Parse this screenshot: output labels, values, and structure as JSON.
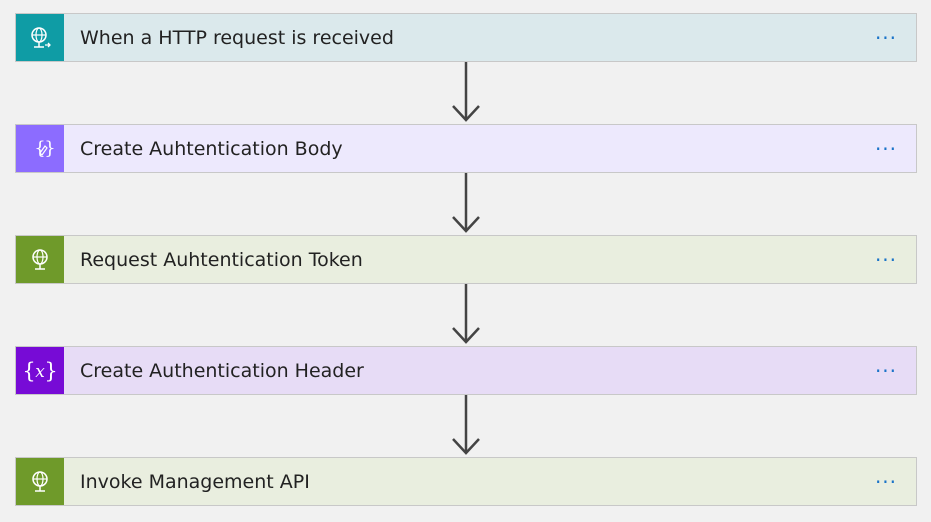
{
  "steps": [
    {
      "label": "When a HTTP request is received",
      "icon": "http-request-trigger-icon",
      "icon_color": "#0f9ca5",
      "bg": "#dbe9ec"
    },
    {
      "label": "Create Auhtentication Body",
      "icon": "compose-icon",
      "icon_color": "#8c6cff",
      "bg": "#ede9fd"
    },
    {
      "label": "Request Auhtentication Token",
      "icon": "http-globe-icon",
      "icon_color": "#6f9a2a",
      "bg": "#e9eedf"
    },
    {
      "label": "Create Authentication Header",
      "icon": "variable-icon",
      "icon_color": "#770bd6",
      "bg": "#e7dcf6"
    },
    {
      "label": "Invoke Management API",
      "icon": "http-globe-icon",
      "icon_color": "#6f9a2a",
      "bg": "#e9eedf"
    }
  ],
  "more_label": "···"
}
